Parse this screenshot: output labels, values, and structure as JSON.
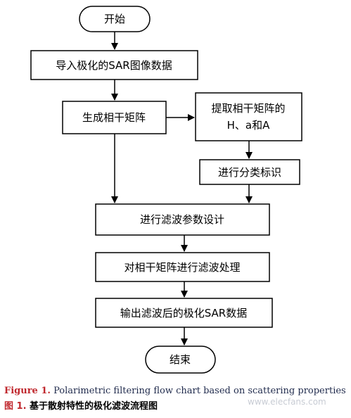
{
  "nodes": {
    "start": "开始",
    "import": "导入极化的SAR图像数据",
    "coherence": "生成相干矩阵",
    "extract_line1": "提取相干矩阵的",
    "extract_line2": "H、a和A",
    "classify": "进行分类标识",
    "design": "进行滤波参数设计",
    "filter": "对相干矩阵进行滤波处理",
    "output": "输出滤波后的极化SAR数据",
    "end": "结束"
  },
  "caption": {
    "en_label": "Figure 1.",
    "en_text": "Polarimetric filtering flow chart based on scattering properties",
    "zh_label": "图 1.",
    "zh_text": "基于散射特性的极化滤波流程图"
  },
  "watermark": "www.elecfans.com"
}
